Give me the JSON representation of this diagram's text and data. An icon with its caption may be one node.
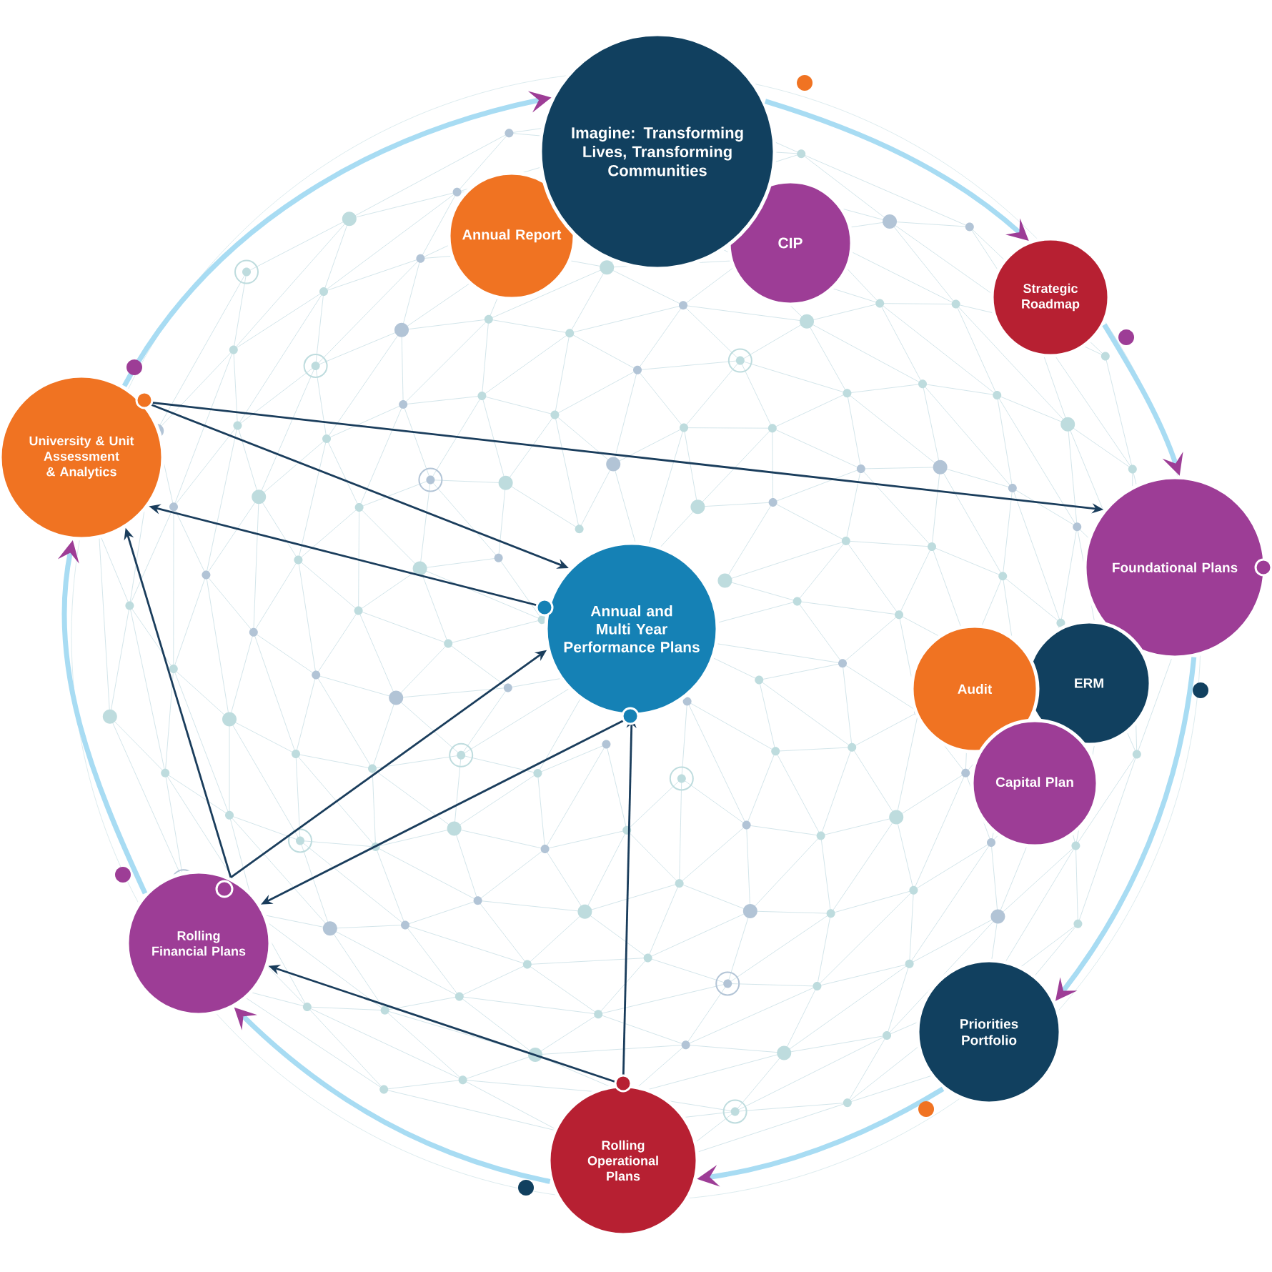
{
  "diagram": {
    "nodes": [
      {
        "text": [
          "Imagine: Transforming Lives, Transforming Communities"
        ]
      },
      {
        "text": [
          "Annual Report"
        ]
      },
      {
        "text": [
          "CIP"
        ]
      },
      {
        "text": [
          "Strategic Roadmap"
        ]
      },
      {
        "text": [
          "University & Unit Assessment & Analytics"
        ]
      },
      {
        "text": [
          "Foundational Plans"
        ]
      },
      {
        "text": [
          "Annual and Multi Year Performance Plans"
        ]
      },
      {
        "text": [
          "Audit"
        ]
      },
      {
        "text": [
          "ERM"
        ]
      },
      {
        "text": [
          "Capital Plan"
        ]
      },
      {
        "text": [
          "Priorities Portfolio"
        ]
      },
      {
        "text": [
          "Rolling Operational Plans"
        ]
      },
      {
        "text": [
          "Rolling Financial Plans"
        ]
      }
    ],
    "edges": [
      {
        "from": 4,
        "to": 5,
        "arrow": "to"
      },
      {
        "from": 4,
        "to": 6,
        "arrow": "to"
      },
      {
        "from": 6,
        "to": 4,
        "arrow": "to"
      },
      {
        "from": 12,
        "to": 4,
        "arrow": "to"
      },
      {
        "from": 12,
        "to": 6,
        "arrow": "to"
      },
      {
        "from": 6,
        "to": 12,
        "arrow": "to"
      },
      {
        "from": 11,
        "to": 6,
        "arrow": "to"
      },
      {
        "from": 11,
        "to": 12,
        "arrow": "to"
      },
      {
        "from": 4,
        "to": 0,
        "arrow": "to",
        "style": "thick",
        "color": "#a8dcf3"
      },
      {
        "from": 0,
        "to": 3,
        "arrow": "to",
        "style": "thick",
        "color": "#a8dcf3"
      },
      {
        "from": 3,
        "to": 5,
        "arrow": "to",
        "style": "thick",
        "color": "#a8dcf3"
      },
      {
        "from": 5,
        "to": 10,
        "arrow": "to",
        "style": "thick",
        "color": "#a8dcf3"
      },
      {
        "from": 10,
        "to": 11,
        "arrow": "to",
        "style": "thick",
        "color": "#a8dcf3"
      },
      {
        "from": 11,
        "to": 12,
        "arrow": "to",
        "style": "thick",
        "color": "#a8dcf3"
      },
      {
        "from": 12,
        "to": 4,
        "arrow": "to",
        "style": "thick",
        "color": "#a8dcf3"
      }
    ]
  }
}
